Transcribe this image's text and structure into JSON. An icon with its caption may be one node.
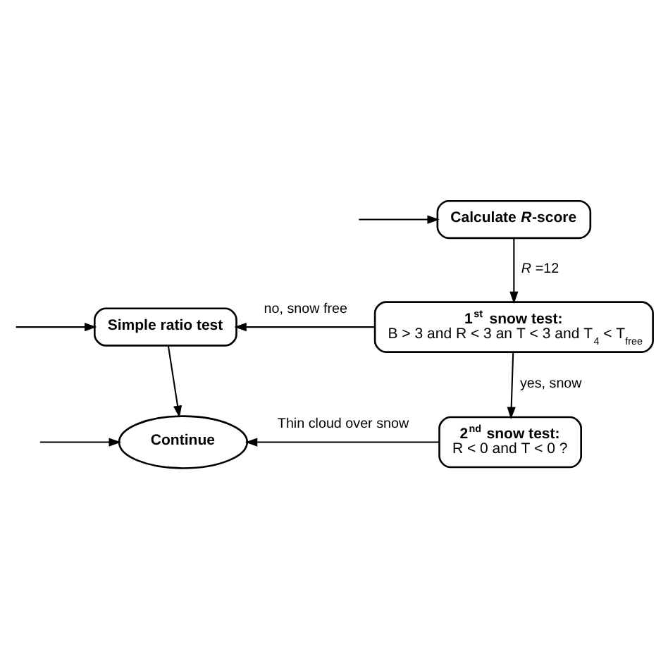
{
  "diagram": {
    "nodes": [
      {
        "text": [
          "Calculate *R*-score"
        ]
      },
      {
        "text": [
          "1$^{st}$ snow test:",
          "B > 3 and R < 3 an T < 3 and T$_{4}$ < T$_{free}$"
        ]
      },
      {
        "text": [
          "Simple ratio test"
        ]
      },
      {
        "text": [
          "Continue"
        ]
      },
      {
        "text": [
          "2$^{nd}$ snow test:",
          "R < 0 and T < 0 ?"
        ]
      }
    ],
    "edges": [
      {
        "from": null,
        "to": 0,
        "arrow": "to"
      },
      {
        "from": 0,
        "to": 1,
        "arrow": "to",
        "label": "*R* =12"
      },
      {
        "from": 1,
        "to": 2,
        "arrow": "to",
        "label": "no, snow free"
      },
      {
        "from": 1,
        "to": 4,
        "arrow": "to",
        "label": "yes, snow"
      },
      {
        "from": null,
        "to": 2,
        "arrow": "to"
      },
      {
        "from": 2,
        "to": 3,
        "arrow": "to"
      },
      {
        "from": 4,
        "to": 3,
        "arrow": "to",
        "label": "Thin cloud over snow"
      },
      {
        "from": null,
        "to": 3,
        "arrow": "to"
      }
    ]
  }
}
